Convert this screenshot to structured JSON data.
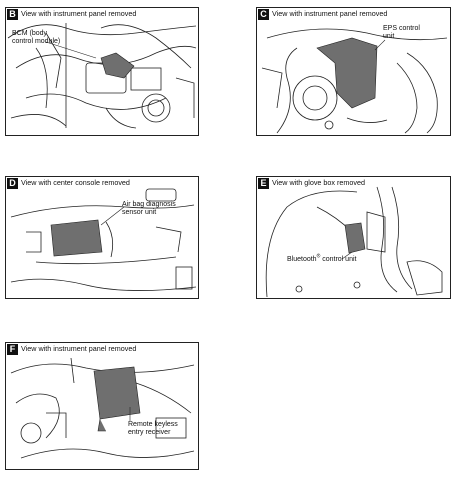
{
  "panels": {
    "B": {
      "badge": "B",
      "caption": "View with instrument panel removed",
      "label_line1": "BCM (body",
      "label_line2": "control module)"
    },
    "C": {
      "badge": "C",
      "caption": "View with instrument panel removed",
      "label_line1": "EPS control",
      "label_line2": "unit"
    },
    "D": {
      "badge": "D",
      "caption": "View with center console removed",
      "label_line1": "Air bag diagnosis",
      "label_line2": "sensor unit"
    },
    "E": {
      "badge": "E",
      "caption": "View with glove box removed",
      "label_prefix": "Bluetooth",
      "label_sup": "®",
      "label_suffix": " control unit"
    },
    "F": {
      "badge": "F",
      "caption": "View with instrument panel removed",
      "label_line1": "Remote keyless",
      "label_line2": "entry receiver"
    }
  },
  "colors": {
    "line": "#222222",
    "highlight": "#6f6f6f"
  }
}
